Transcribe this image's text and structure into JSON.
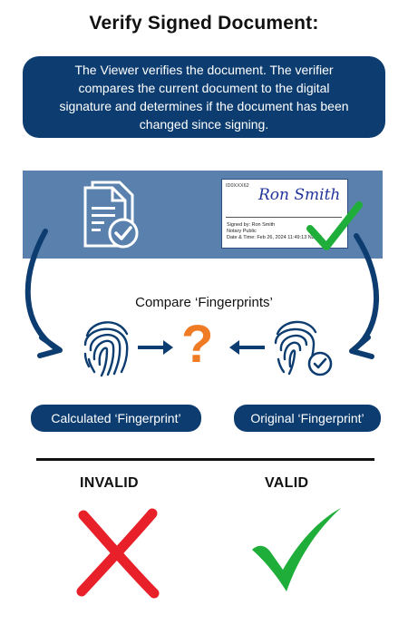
{
  "title": "Verify Signed Document:",
  "description": "The Viewer verifies the document. The verifier compares the current document to the digital signature and determines if the document has been changed since signing.",
  "signature_card": {
    "id_label": "ID0XXX62",
    "signature": "Ron Smith",
    "signed_by": "Signed by: Ron Smith",
    "role": "Notary Public",
    "date_time": "Date & Time: Feb 26, 2024 11:49:13 NZDT"
  },
  "compare_label": "Compare ‘Fingerprints’",
  "question_mark": "?",
  "calculated_label": "Calculated ‘Fingerprint’",
  "original_label": "Original ‘Fingerprint’",
  "invalid_label": "INVALID",
  "valid_label": "VALID",
  "colors": {
    "navy": "#0d3d70",
    "band": "#5a81ad",
    "question": "#f07b25",
    "valid_green": "#1fae3a",
    "invalid_red": "#e8202a"
  }
}
